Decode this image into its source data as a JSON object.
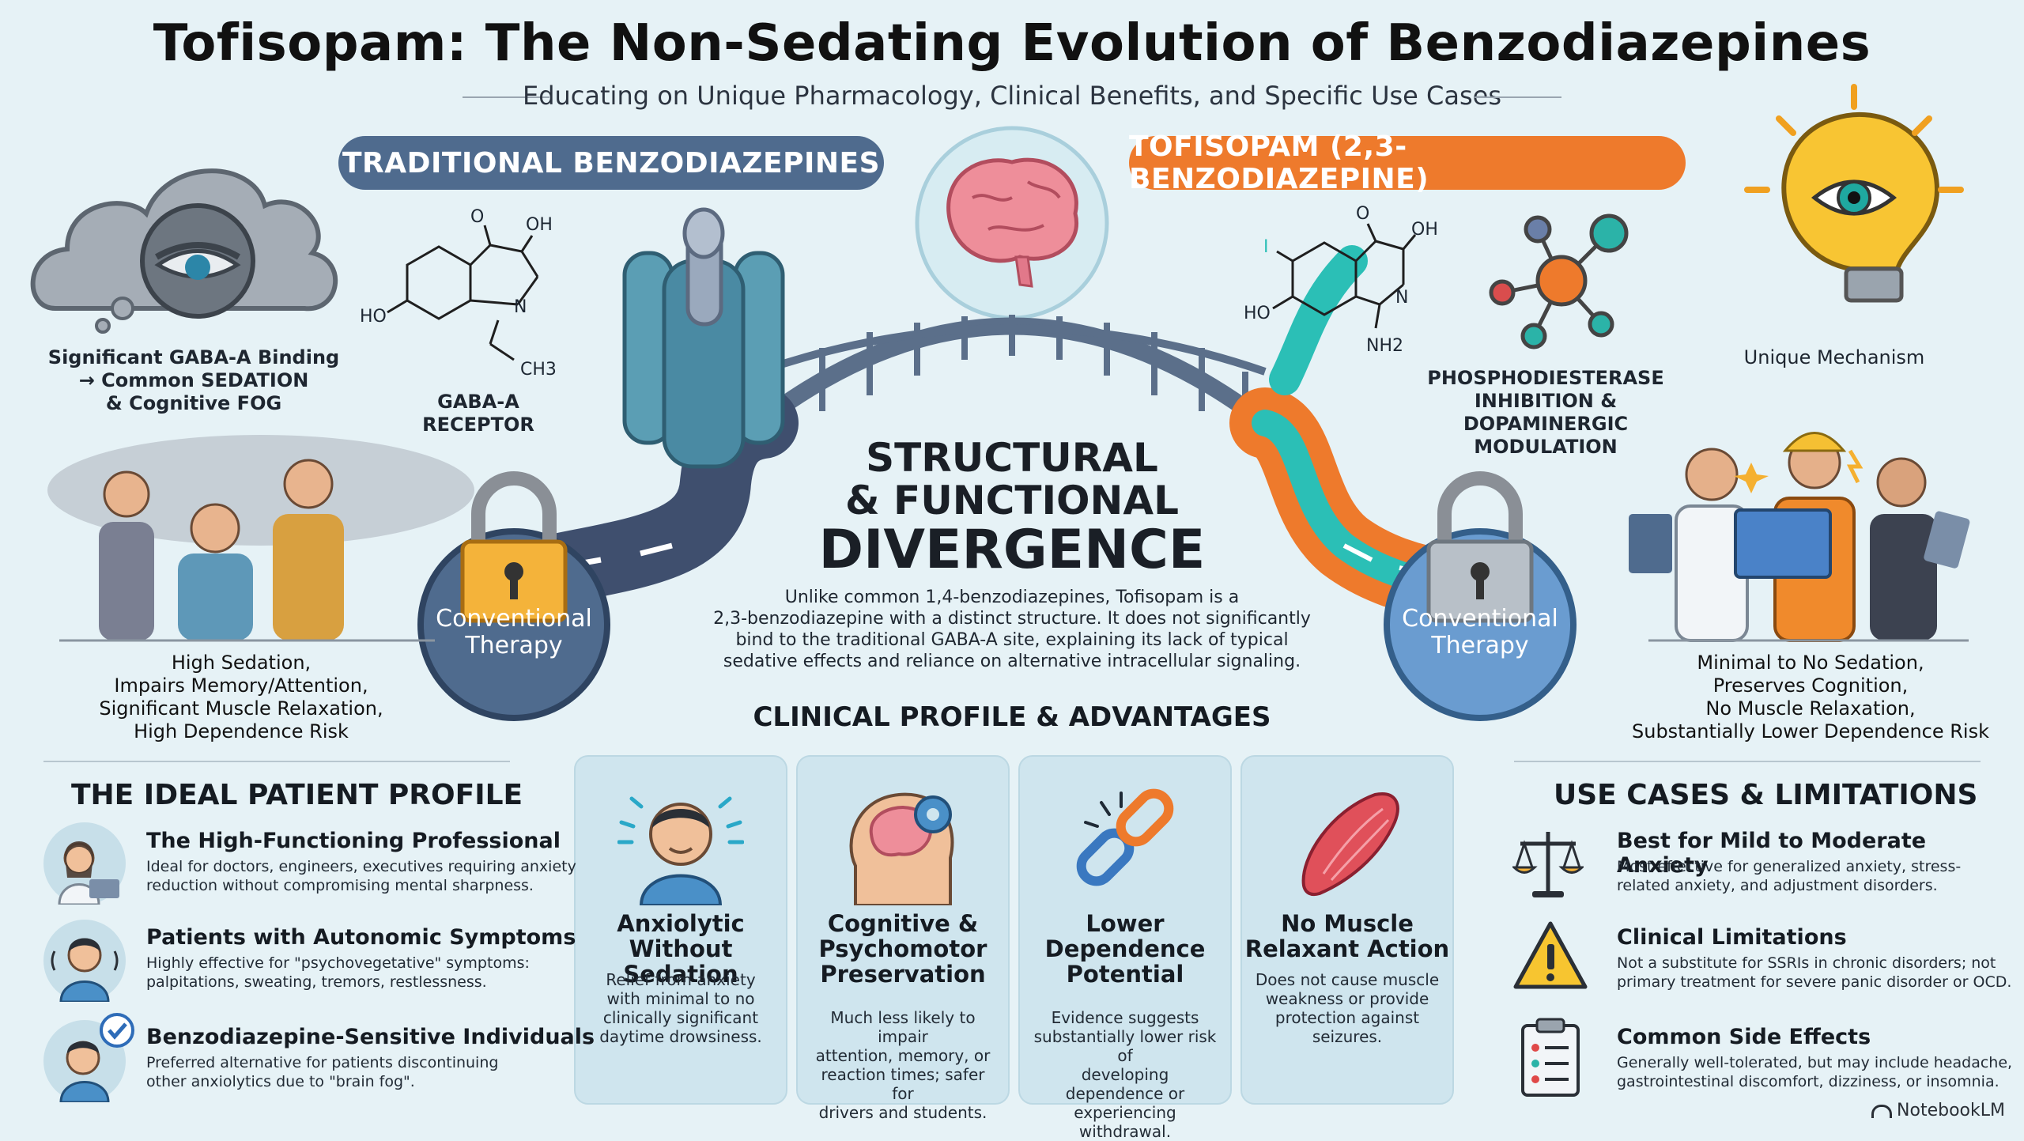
{
  "title": "Tofisopam: The Non-Sedating Evolution of Benzodiazepines",
  "subtitle": "Educating on Unique Pharmacology, Clinical Benefits, and Specific Use Cases",
  "traditional": {
    "label": "TRADITIONAL BENZODIAZEPINES",
    "cloud_caption": [
      "Significant GABA-A Binding",
      "→ Common SEDATION",
      "& Cognitive FOG"
    ],
    "receptor_caption": [
      "GABA-A",
      "RECEPTOR"
    ],
    "people_caption": [
      "High Sedation,",
      "Impairs Memory/Attention,",
      "Significant Muscle Relaxation,",
      "High Dependence Risk"
    ],
    "lock_label": [
      "Conventional",
      "Therapy"
    ],
    "molecule": {
      "o": "O",
      "oh": "OH",
      "ho": "HO",
      "n": "N",
      "ch3": "CH3"
    }
  },
  "tofisopam": {
    "label": "TOFISOPAM (2,3-BENZODIAZEPINE)",
    "mechanism_caption": [
      "PHOSPHODIESTERASE",
      "INHIBITION & DOPAMINERGIC",
      "MODULATION"
    ],
    "unique_caption": "Unique Mechanism",
    "people_caption": [
      "Minimal to No Sedation,",
      "Preserves Cognition,",
      "No Muscle Relaxation,",
      "Substantially Lower Dependence Risk"
    ],
    "lock_label": [
      "Conventional",
      "Therapy"
    ],
    "molecule": {
      "i": "I",
      "o": "O",
      "oh": "OH",
      "ho": "HO",
      "n": "N",
      "nh2": "NH2"
    }
  },
  "center": {
    "heading_line1": "STRUCTURAL",
    "heading_line2": "& FUNCTIONAL",
    "heading_line3": "DIVERGENCE",
    "body": [
      "Unlike common 1,4-benzodiazepines, Tofisopam is a",
      "2,3-benzodiazepine with a distinct structure. It does not significantly",
      "bind to the traditional GABA-A site, explaining its lack of typical",
      "sedative effects and reliance on alternative intracellular signaling."
    ]
  },
  "clinical": {
    "title": "CLINICAL PROFILE & ADVANTAGES",
    "cards": [
      {
        "title": [
          "Anxiolytic",
          "Without Sedation"
        ],
        "body": [
          "Relief from anxiety",
          "with minimal to no",
          "clinically significant",
          "daytime drowsiness."
        ],
        "icon": "calm-person-icon"
      },
      {
        "title": [
          "Cognitive &",
          "Psychomotor",
          "Preservation"
        ],
        "body": [
          "Much less likely to impair",
          "attention, memory, or",
          "reaction times; safer for",
          "drivers and students."
        ],
        "icon": "brain-gear-icon"
      },
      {
        "title": [
          "Lower",
          "Dependence",
          "Potential"
        ],
        "body": [
          "Evidence suggests",
          "substantially lower risk of",
          "developing dependence or",
          "experiencing withdrawal."
        ],
        "icon": "broken-chain-icon"
      },
      {
        "title": [
          "No Muscle",
          "Relaxant Action"
        ],
        "body": [
          "Does not cause muscle",
          "weakness or provide",
          "protection against",
          "seizures."
        ],
        "icon": "muscle-icon"
      }
    ]
  },
  "ideal_profile": {
    "title": "THE IDEAL PATIENT PROFILE",
    "items": [
      {
        "title": "The High-Functioning Professional",
        "body": [
          "Ideal for doctors, engineers, executives requiring anxiety",
          "reduction without compromising mental sharpness."
        ],
        "icon": "doctor-laptop-icon"
      },
      {
        "title": "Patients with Autonomic Symptoms",
        "body": [
          "Highly effective for \"psychovegetative\" symptoms:",
          "palpitations, sweating, tremors, restlessness."
        ],
        "icon": "anxious-person-icon"
      },
      {
        "title": "Benzodiazepine-Sensitive Individuals",
        "body": [
          "Preferred alternative for patients discontinuing",
          "other anxiolytics due to \"brain fog\"."
        ],
        "icon": "person-check-icon"
      }
    ]
  },
  "use_cases": {
    "title": "USE CASES & LIMITATIONS",
    "items": [
      {
        "title": "Best for Mild to Moderate Anxiety",
        "body": [
          "Most effective for generalized anxiety, stress-",
          "related anxiety, and adjustment disorders."
        ],
        "icon": "balance-scale-icon"
      },
      {
        "title": "Clinical Limitations",
        "body": [
          "Not a substitute for SSRIs in chronic disorders; not",
          "primary treatment for severe panic disorder or OCD."
        ],
        "icon": "warning-icon"
      },
      {
        "title": "Common Side Effects",
        "body": [
          "Generally well-tolerated, but may include headache,",
          "gastrointestinal discomfort, dizziness, or insomnia."
        ],
        "icon": "clipboard-icon"
      }
    ]
  },
  "footer": "NotebookLM",
  "colors": {
    "trad": "#4f6b8e",
    "tofi": "#ee7a2c",
    "teal": "#2bbfb6",
    "road": "#4a5a7a"
  }
}
